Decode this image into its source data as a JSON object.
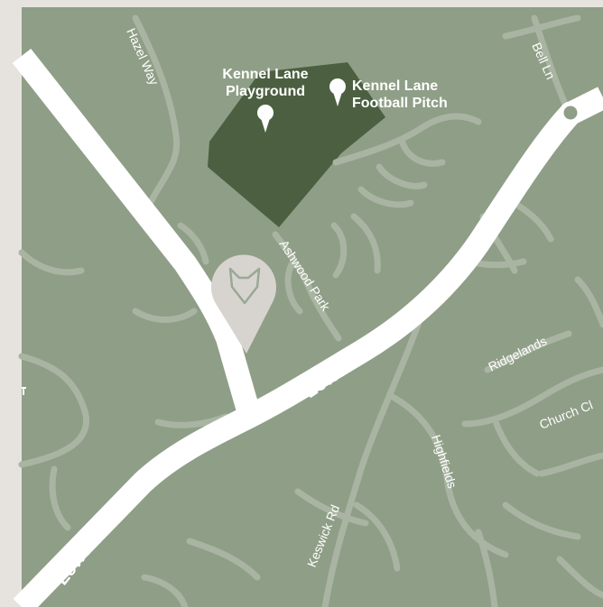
{
  "map": {
    "colors": {
      "frame": "#e6e3df",
      "land": "#8f9e86",
      "park": "#4c6041",
      "minor_road": "#a9b5a2",
      "major_road": "#ffffff",
      "marker": "#d7d4cf",
      "marker_icon": "#9aa894"
    },
    "labels": {
      "kennel_lane": "Kennel Lane",
      "hazel_way": "Hazel Way",
      "bell_ln": "Bell Ln",
      "ashwood_park": "Ashwood Park",
      "lower_rd_upper": "Lower Rd",
      "lower_rd_lower": "Lower Rd",
      "ridgelands": "Ridgelands",
      "church_cl": "Church Cl",
      "highfields": "Highfields",
      "keswick_rd": "Keswick Rd"
    },
    "pois": {
      "playground": {
        "line1": "Kennel Lane",
        "line2": "Playground",
        "icon": "map-pin-icon"
      },
      "football_pitch": {
        "line1": "Kennel Lane",
        "line2": "Football Pitch",
        "icon": "map-pin-icon"
      }
    },
    "location_marker": {
      "icon": "fox-head-icon"
    }
  }
}
